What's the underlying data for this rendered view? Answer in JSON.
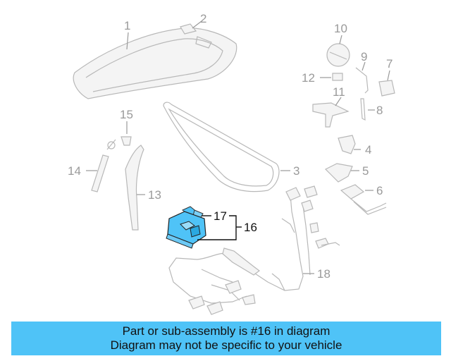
{
  "callouts": {
    "c1": "1",
    "c2": "2",
    "c3": "3",
    "c4": "4",
    "c5": "5",
    "c6": "6",
    "c7": "7",
    "c8": "8",
    "c9": "9",
    "c10": "10",
    "c11": "11",
    "c12": "12",
    "c13": "13",
    "c14": "14",
    "c15": "15",
    "c16": "16",
    "c17": "17",
    "c18": "18"
  },
  "highlight_color": "#4fc3f7",
  "banner": {
    "line1": "Part or sub-assembly is #16 in diagram",
    "line2": "Diagram may not be specific to your vehicle"
  }
}
